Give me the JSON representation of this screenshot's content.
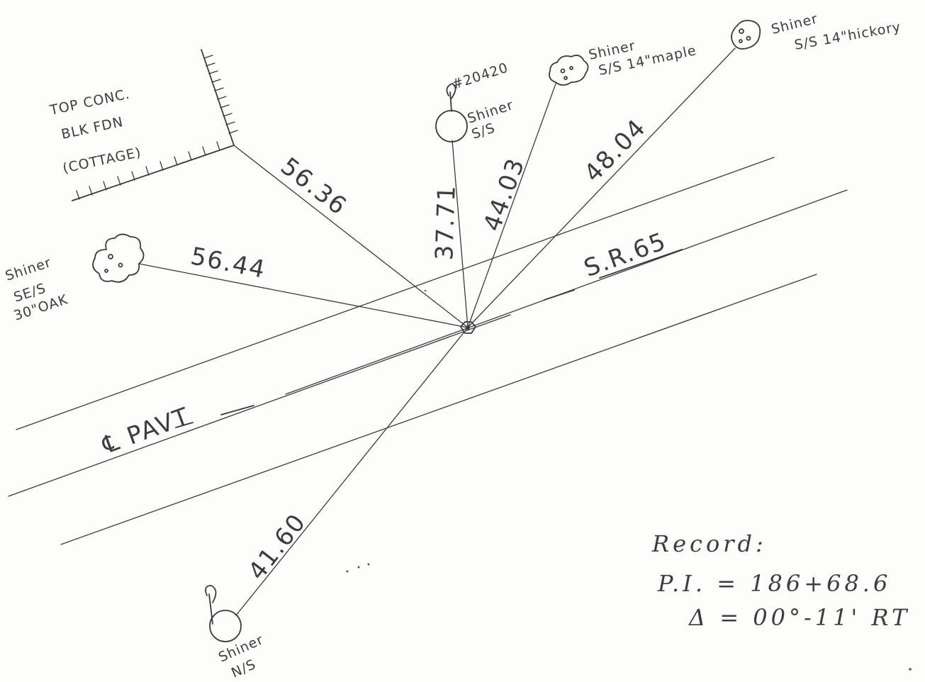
{
  "foundation": {
    "line1": "TOP CONC.",
    "line2": "BLK FDN",
    "line3": "(COTTAGE)"
  },
  "monument": {
    "number": "#20420",
    "line1": "Shiner",
    "line2": "S/S"
  },
  "maple": {
    "line1": "Shiner",
    "line2": "S/S 14\"maple"
  },
  "hickory": {
    "line1": "Shiner",
    "line2": "S/S 14\"hickory"
  },
  "oak": {
    "line1": "Shiner",
    "line2": "SE/S",
    "line3": "30\"OAK"
  },
  "south_mark": {
    "line1": "Shiner",
    "line2": "N/S"
  },
  "distances": {
    "foundation": "56.36",
    "oak": "56.44",
    "monument": "37.71",
    "maple": "44.03",
    "hickory": "48.04",
    "south": "41.60"
  },
  "road": {
    "route": "S.R.65",
    "centerline": "℄ PAVT"
  },
  "record": {
    "heading": "Record:",
    "pi": "P.I. = 186+68.6",
    "delta": "Δ = 00°-11' RT"
  }
}
